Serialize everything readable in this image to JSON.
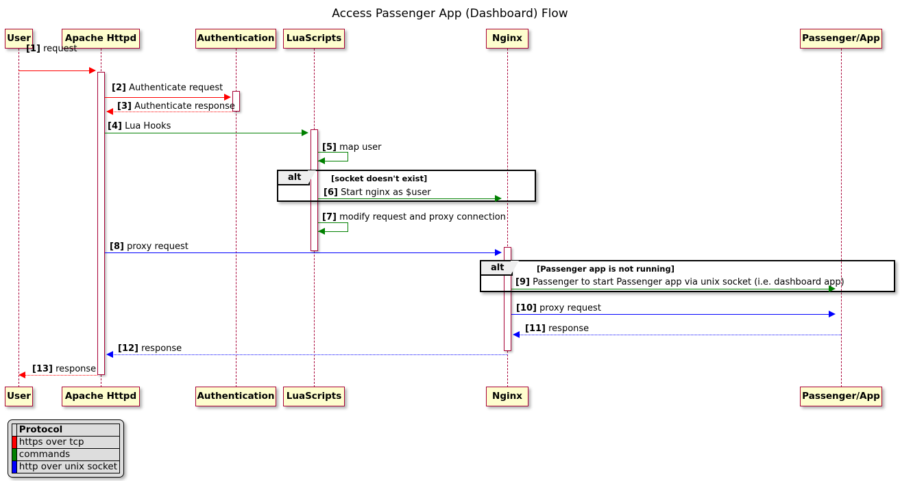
{
  "title": "Access Passenger App (Dashboard) Flow",
  "colors": {
    "participant_fill": "#FEFECE",
    "participant_border": "#A80036",
    "lifeline": "#A80036",
    "https_over_tcp": "#FF0000",
    "commands": "#008000",
    "http_over_unix_socket": "#0000FF",
    "group_border": "#000000",
    "group_header_fill": "#EEEEEE",
    "legend_fill": "#DDDDDD"
  },
  "participants": [
    {
      "id": "user",
      "label": "User"
    },
    {
      "id": "apache",
      "label": "Apache Httpd"
    },
    {
      "id": "auth",
      "label": "Authentication"
    },
    {
      "id": "lua",
      "label": "LuaScripts"
    },
    {
      "id": "nginx",
      "label": "Nginx"
    },
    {
      "id": "passenger",
      "label": "Passenger/App"
    }
  ],
  "messages": [
    {
      "num": "[1]",
      "text": "request",
      "from": "user",
      "to": "apache",
      "style": "solid",
      "color": "#FF0000"
    },
    {
      "num": "[2]",
      "text": "Authenticate request",
      "from": "apache",
      "to": "auth",
      "style": "solid",
      "color": "#FF0000"
    },
    {
      "num": "[3]",
      "text": "Authenticate response",
      "from": "auth",
      "to": "apache",
      "style": "dotted",
      "color": "#FF0000"
    },
    {
      "num": "[4]",
      "text": "Lua Hooks",
      "from": "apache",
      "to": "lua",
      "style": "solid",
      "color": "#008000"
    },
    {
      "num": "[5]",
      "text": "map user",
      "from": "lua",
      "to": "lua",
      "style": "solid",
      "color": "#008000"
    },
    {
      "num": "[6]",
      "text": "Start nginx as $user",
      "from": "lua",
      "to": "nginx",
      "style": "solid",
      "color": "#008000"
    },
    {
      "num": "[7]",
      "text": "modify request and proxy connection",
      "from": "lua",
      "to": "lua",
      "style": "solid",
      "color": "#008000"
    },
    {
      "num": "[8]",
      "text": "proxy request",
      "from": "apache",
      "to": "nginx",
      "style": "solid",
      "color": "#0000FF"
    },
    {
      "num": "[9]",
      "text": "Passenger to start Passenger app via unix socket (i.e. dashboard app)",
      "from": "nginx",
      "to": "passenger",
      "style": "solid",
      "color": "#008000"
    },
    {
      "num": "[10]",
      "text": "proxy request",
      "from": "nginx",
      "to": "passenger",
      "style": "solid",
      "color": "#0000FF"
    },
    {
      "num": "[11]",
      "text": "response",
      "from": "passenger",
      "to": "nginx",
      "style": "dotted",
      "color": "#0000FF"
    },
    {
      "num": "[12]",
      "text": "response",
      "from": "nginx",
      "to": "apache",
      "style": "dotted",
      "color": "#0000FF"
    },
    {
      "num": "[13]",
      "text": "response",
      "from": "apache",
      "to": "user",
      "style": "dotted",
      "color": "#FF0000"
    }
  ],
  "groups": [
    {
      "id": "alt1",
      "type": "alt",
      "condition": "[socket doesn't exist]"
    },
    {
      "id": "alt2",
      "type": "alt",
      "condition": "[Passenger app is not running]"
    }
  ],
  "legend": {
    "header": "Protocol",
    "rows": [
      {
        "label": "https over tcp",
        "color": "#FF0000"
      },
      {
        "label": "commands",
        "color": "#008000"
      },
      {
        "label": "http over unix socket",
        "color": "#0000FF"
      }
    ]
  }
}
